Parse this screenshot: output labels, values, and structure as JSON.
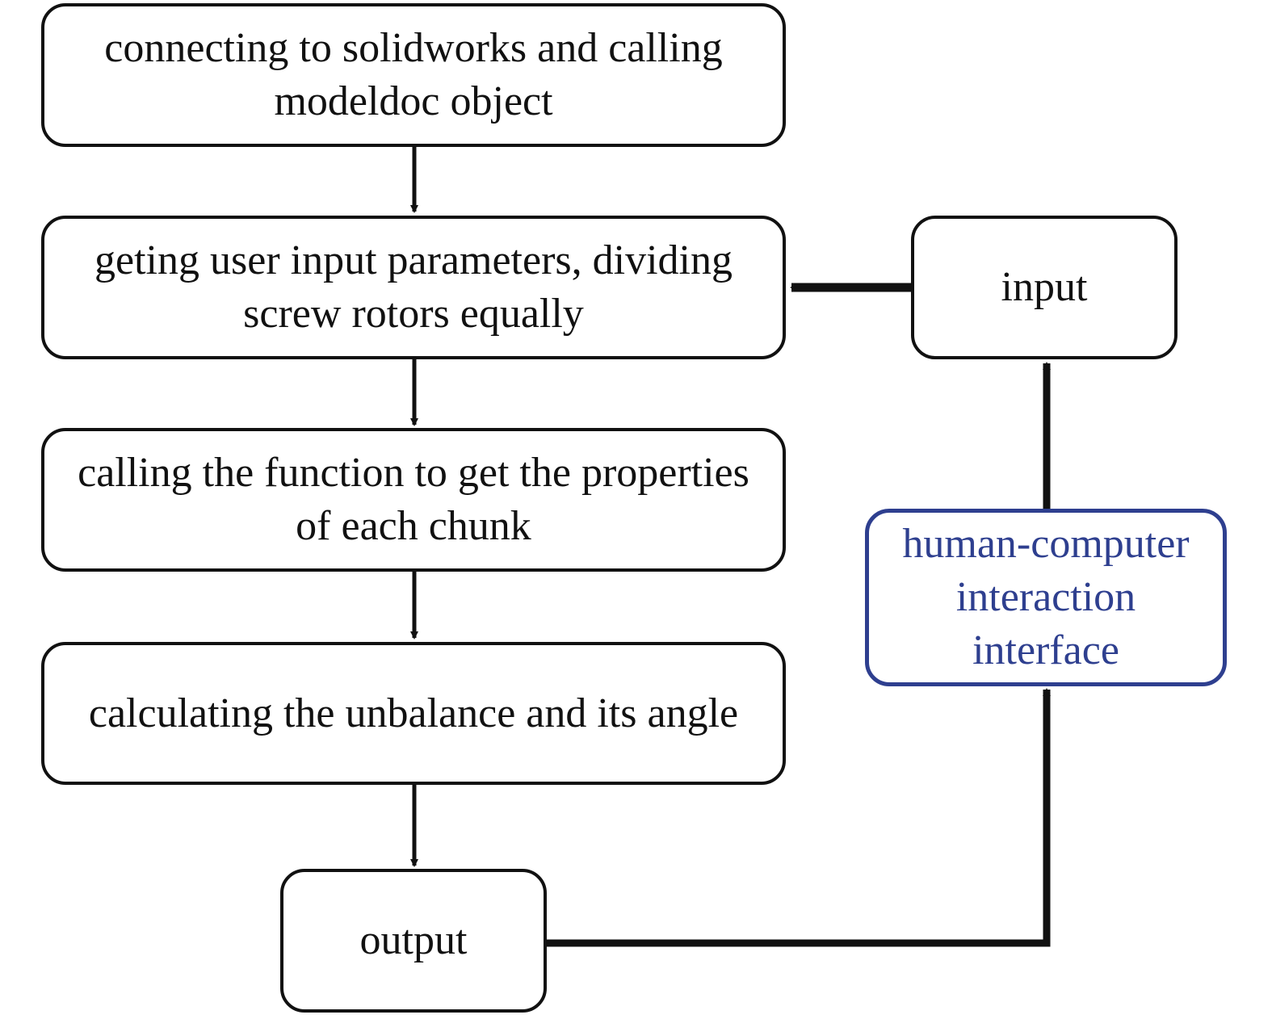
{
  "diagram": {
    "nodes": [
      {
        "id": "connect",
        "label": "connecting to solidworks and calling\nmodeldoc object"
      },
      {
        "id": "params",
        "label": "geting user input parameters, dividing\nscrew rotors equally"
      },
      {
        "id": "props",
        "label": "calling the function to get the properties\nof each chunk"
      },
      {
        "id": "calc",
        "label": "calculating the unbalance and its angle"
      },
      {
        "id": "output",
        "label": "output"
      },
      {
        "id": "input",
        "label": "input"
      },
      {
        "id": "hci",
        "label": "human-computer\ninteraction\ninterface"
      }
    ],
    "edges": [
      {
        "from": "connect",
        "to": "params"
      },
      {
        "from": "params",
        "to": "props"
      },
      {
        "from": "props",
        "to": "calc"
      },
      {
        "from": "calc",
        "to": "output"
      },
      {
        "from": "output",
        "to": "hci"
      },
      {
        "from": "hci",
        "to": "input"
      },
      {
        "from": "input",
        "to": "params"
      }
    ],
    "colors": {
      "line": "#111111",
      "hci_accent": "#2e3f8f"
    }
  }
}
